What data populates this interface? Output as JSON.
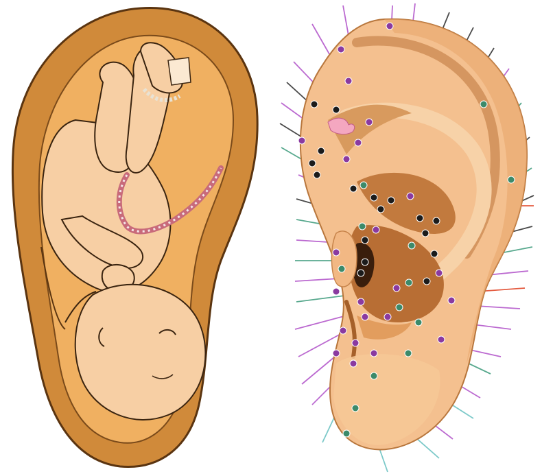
{
  "figure": {
    "panels": [
      {
        "id": "fetus-ear",
        "depicts": "ear-outline-with-inverted-fetus"
      },
      {
        "id": "acupoint-ear",
        "depicts": "ear-with-acupuncture-points"
      }
    ],
    "colors": {
      "ear_outer": "#d08a3a",
      "ear_inner": "#f0b061",
      "ear_outline": "#5a3410",
      "fetus_skin": "#f7cfa4",
      "fetus_line": "#3a2410",
      "cord": "#c86a7a",
      "ear_skin": "#f4c08f",
      "ear_shadow": "#c7844b",
      "point_purple": "#8a3aa0",
      "point_black": "#1b1b1b",
      "point_green": "#3c8a6a",
      "line_purple": "#b050c8",
      "line_black": "#2a2a2a",
      "line_green": "#3a9a7a",
      "line_red": "#e04020",
      "line_teal": "#66c0c0"
    }
  }
}
